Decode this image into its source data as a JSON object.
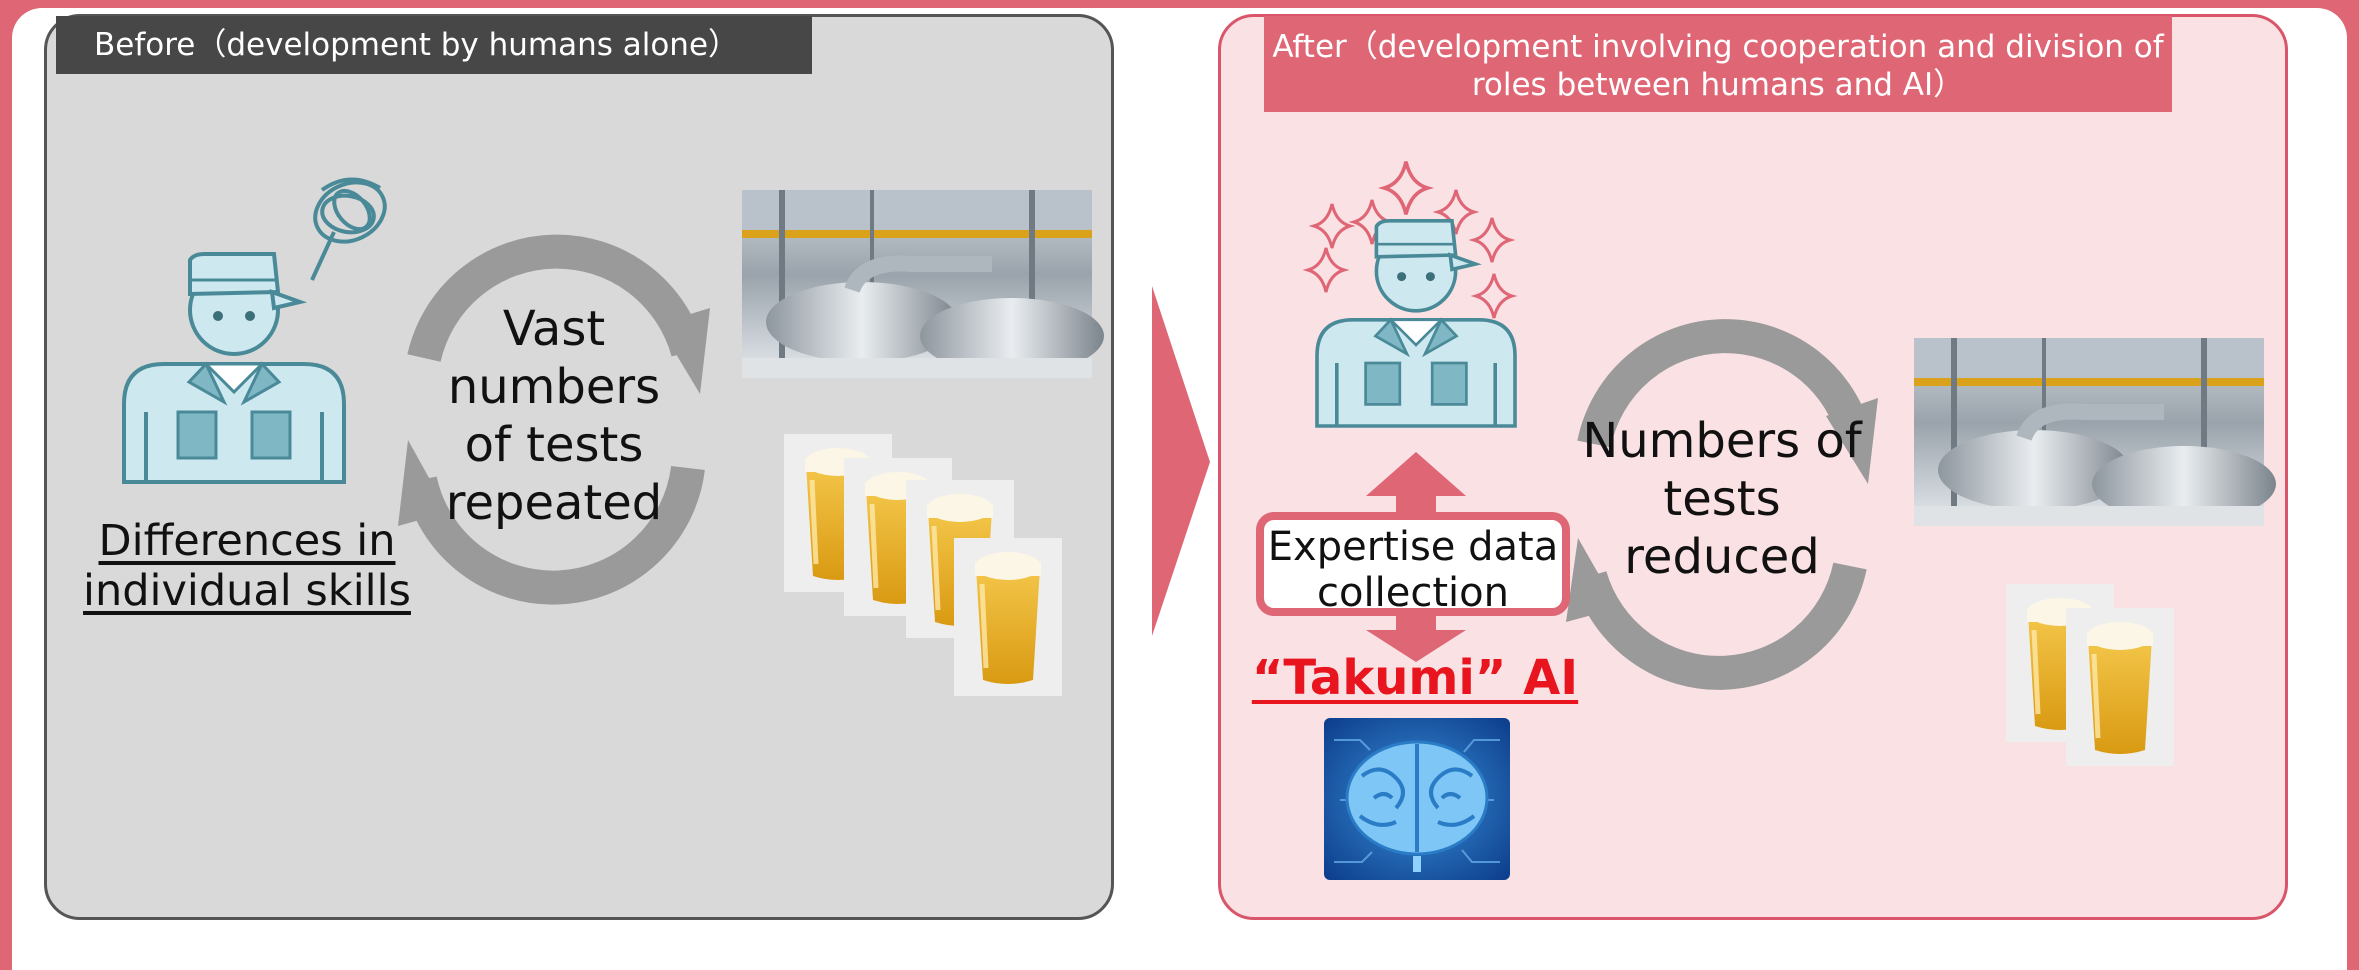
{
  "before": {
    "header": "Before（development by humans alone）",
    "skills_label": "Differences in individual skills",
    "cycle_label": "Vast numbers of tests repeated"
  },
  "after": {
    "header": "After（development involving cooperation and division of roles between humans and AI）",
    "cycle_label": "Numbers of tests reduced",
    "expertise_label": "Expertise data collection",
    "ai_label": "“Takumi” AI"
  },
  "colors": {
    "accent": "#df6674",
    "before_header": "#474747",
    "ai_label": "#e8141e",
    "cycle_arrow": "#9a9a9a",
    "worker": "#cde8ef"
  },
  "icons": [
    "worker-icon",
    "confusion-scribble-icon",
    "sparkle-icon",
    "cycle-arrow-icon",
    "brewery-photo",
    "beer-glass-icon",
    "brain-chip-icon",
    "double-arrow-icon",
    "transition-arrow-icon"
  ]
}
